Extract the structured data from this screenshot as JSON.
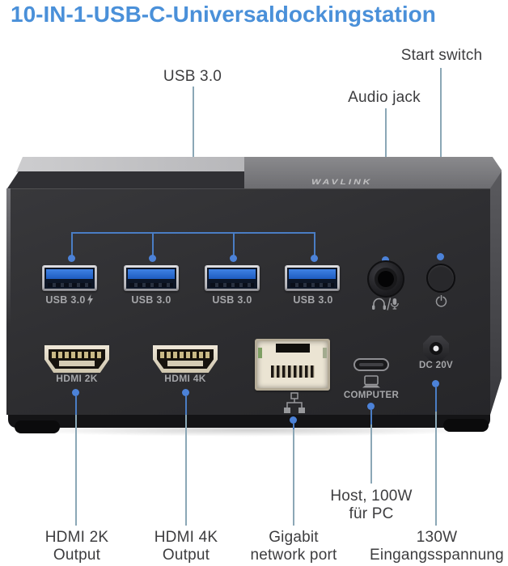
{
  "title": "10-IN-1-USB-C-Universaldockingstation",
  "colors": {
    "title_blue": "#4a90d9",
    "callout_line_over_white": "#8ba7b6",
    "callout_line_over_device": "#4a7dc4",
    "callout_dot_blue": "#4c82d8",
    "usb_tongue_blue": "#2b6cd4",
    "device_front": "#2d2d30",
    "hdmi_cream": "#e6decb"
  },
  "callouts": {
    "top": {
      "usb": "USB 3.0",
      "audio": "Audio jack",
      "start": "Start switch"
    },
    "bottom": {
      "hdmi2k": [
        "HDMI 2K",
        "Output"
      ],
      "hdmi4k": [
        "HDMI 4K",
        "Output"
      ],
      "gigabit": [
        "Gigabit",
        "network port"
      ],
      "host": [
        "Host, 100W",
        "für PC"
      ],
      "input": [
        "130W",
        "Eingangsspannung"
      ]
    }
  },
  "device": {
    "brand": "WAVLINK",
    "usb_ports": [
      {
        "label": "USB 3.0",
        "fast_charge": true
      },
      {
        "label": "USB 3.0"
      },
      {
        "label": "USB 3.0"
      },
      {
        "label": "USB 3.0"
      }
    ],
    "hdmi_ports": [
      {
        "label": "HDMI 2K"
      },
      {
        "label": "HDMI 4K"
      }
    ],
    "usb_c_label": "COMPUTER",
    "dc_label": "DC 20V"
  },
  "icons": [
    "lightning-bolt-icon",
    "headphones-mic-icon",
    "power-icon",
    "lan-icon",
    "laptop-icon"
  ]
}
